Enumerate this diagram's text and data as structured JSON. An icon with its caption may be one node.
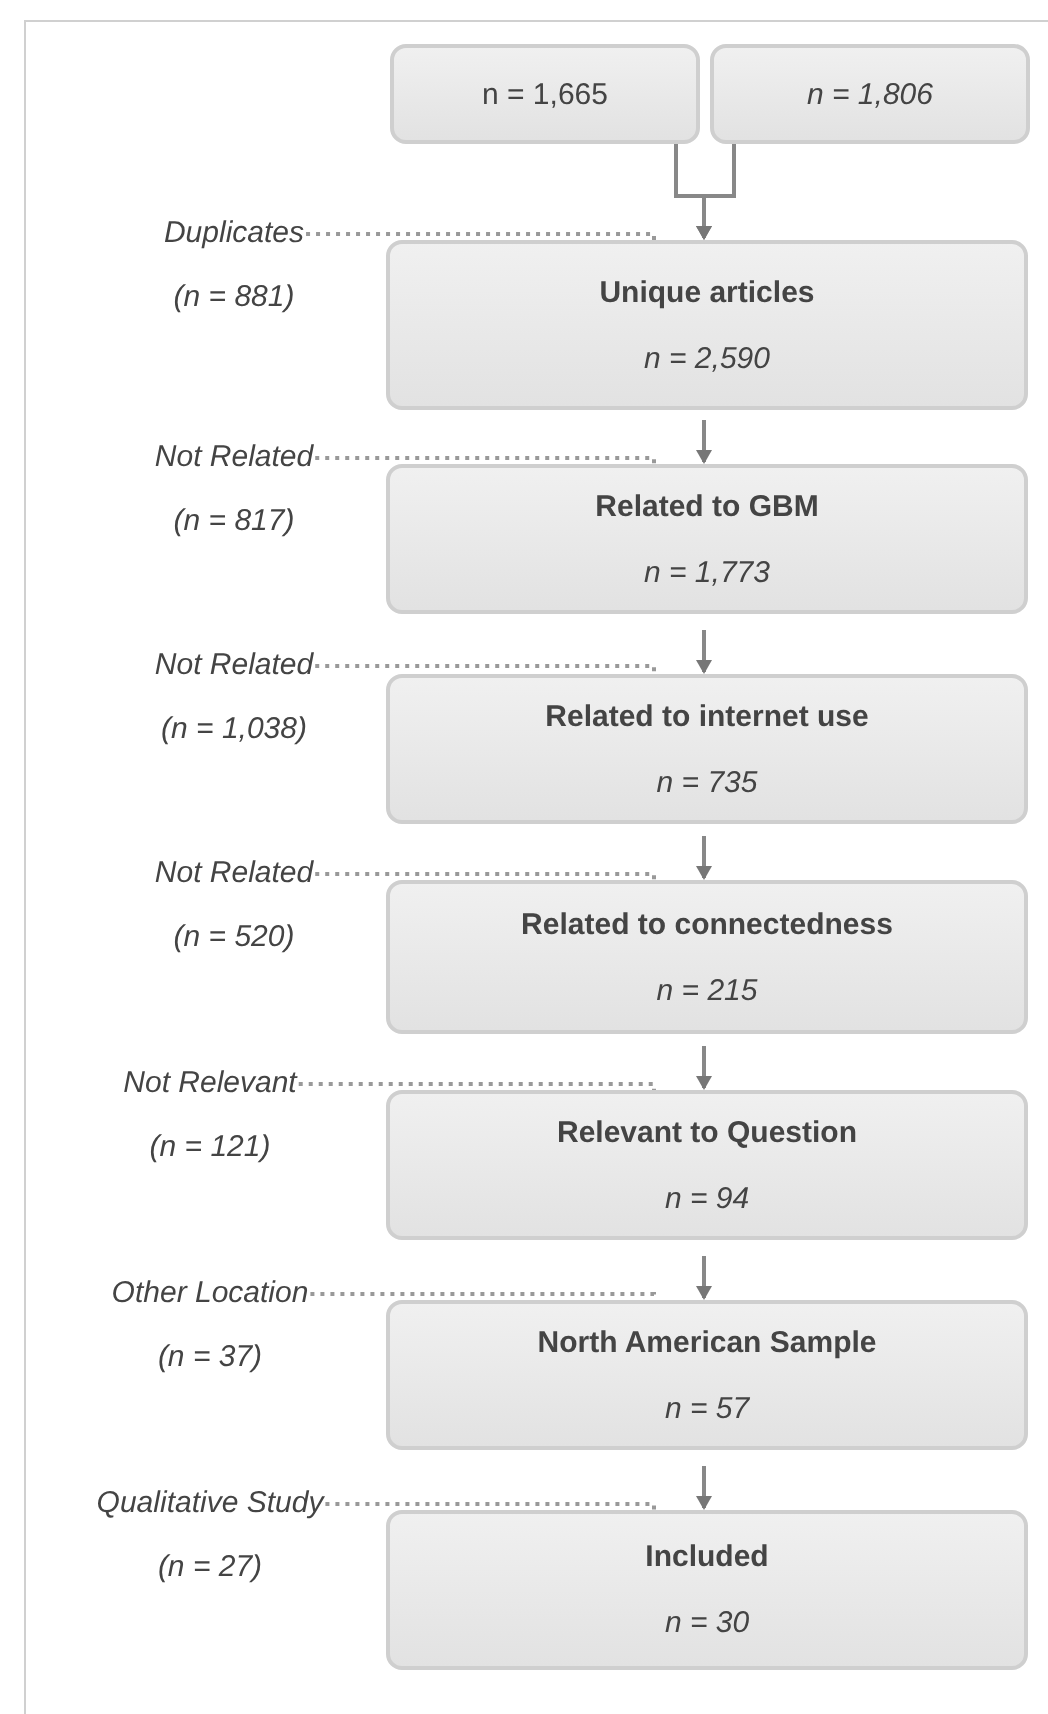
{
  "diagram": {
    "nodes": [
      {
        "text": [
          "n = 1,665"
        ]
      },
      {
        "text": [
          "n = 1,806"
        ]
      },
      {
        "text": [
          "Unique articles",
          "n = 2,590"
        ]
      },
      {
        "text": [
          "Related to GBM",
          "n = 1,773"
        ]
      },
      {
        "text": [
          "Related to internet use",
          "n = 735"
        ]
      },
      {
        "text": [
          "Related to connectedness",
          "n = 215"
        ]
      },
      {
        "text": [
          "Relevant to Question",
          "n = 94"
        ]
      },
      {
        "text": [
          "North American Sample",
          "n = 57"
        ]
      },
      {
        "text": [
          "Included",
          "n = 30"
        ]
      },
      {
        "text": [
          "Duplicates",
          "(n = 881)"
        ]
      },
      {
        "text": [
          "Not Related",
          "(n = 817)"
        ]
      },
      {
        "text": [
          "Not Related",
          "(n = 1,038)"
        ]
      },
      {
        "text": [
          "Not Related",
          "(n =  520)"
        ]
      },
      {
        "text": [
          "Not Relevant",
          "(n = 121)"
        ]
      },
      {
        "text": [
          "Other Location",
          "(n = 37)"
        ]
      },
      {
        "text": [
          "Qualitative Study",
          "(n = 27)"
        ]
      }
    ],
    "edges": [
      {
        "from": 0,
        "to": 2,
        "arrow": "to"
      },
      {
        "from": 1,
        "to": 2,
        "arrow": "to"
      },
      {
        "from": 2,
        "to": 3,
        "arrow": "to"
      },
      {
        "from": 3,
        "to": 4,
        "arrow": "to"
      },
      {
        "from": 4,
        "to": 5,
        "arrow": "to"
      },
      {
        "from": 5,
        "to": 6,
        "arrow": "to"
      },
      {
        "from": 6,
        "to": 7,
        "arrow": "to"
      },
      {
        "from": 7,
        "to": 8,
        "arrow": "to"
      },
      {
        "from": 9,
        "to": 2,
        "arrow": "none",
        "style": "dashed"
      },
      {
        "from": 10,
        "to": 3,
        "arrow": "none",
        "style": "dashed"
      },
      {
        "from": 11,
        "to": 4,
        "arrow": "none",
        "style": "dashed"
      },
      {
        "from": 12,
        "to": 5,
        "arrow": "none",
        "style": "dashed"
      },
      {
        "from": 13,
        "to": 6,
        "arrow": "none",
        "style": "dashed"
      },
      {
        "from": 14,
        "to": 7,
        "arrow": "none",
        "style": "dashed"
      },
      {
        "from": 15,
        "to": 8,
        "arrow": "none",
        "style": "dashed"
      }
    ]
  }
}
